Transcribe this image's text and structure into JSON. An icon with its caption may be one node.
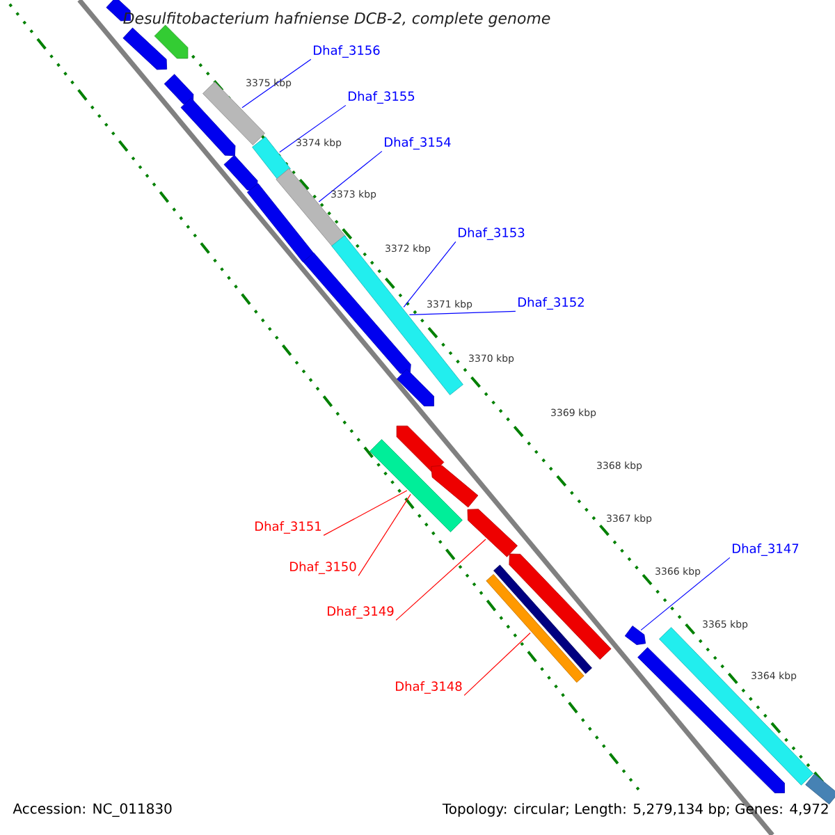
{
  "diagram": {
    "title": "Desulfitobacterium hafniense DCB-2, complete genome",
    "nodes": [
      {
        "text": [
          "Dhaf_3156"
        ]
      },
      {
        "text": [
          "Dhaf_3155"
        ]
      },
      {
        "text": [
          "Dhaf_3154"
        ]
      },
      {
        "text": [
          "Dhaf_3153"
        ]
      },
      {
        "text": [
          "Dhaf_3152"
        ]
      },
      {
        "text": [
          "Dhaf_3151"
        ]
      },
      {
        "text": [
          "Dhaf_3147"
        ]
      },
      {
        "text": [
          "Dhaf_3150"
        ]
      },
      {
        "text": [
          "Dhaf_3149"
        ]
      },
      {
        "text": [
          "Dhaf_3148"
        ]
      },
      {
        "text": [],
        "shape": "bar"
      },
      {
        "text": [],
        "shape": "bar"
      },
      {
        "text": [],
        "shape": "bar"
      },
      {
        "text": [],
        "shape": "bar"
      },
      {
        "text": [],
        "shape": "bar"
      },
      {
        "text": [],
        "shape": "bar"
      },
      {
        "text": [],
        "shape": "bar"
      },
      {
        "text": [],
        "shape": "bar"
      },
      {
        "text": [],
        "shape": "bar"
      },
      {
        "text": [],
        "shape": "bar"
      },
      {
        "text": [],
        "shape": "bar"
      },
      {
        "text": [],
        "shape": "bar"
      },
      {
        "text": [],
        "shape": "bar"
      },
      {
        "text": [],
        "shape": "bar"
      },
      {
        "text": [],
        "shape": "bar"
      },
      {
        "text": [],
        "shape": "bar"
      },
      {
        "text": [],
        "shape": "bar"
      },
      {
        "text": [],
        "shape": "bar"
      },
      {
        "text": [],
        "shape": "bar"
      },
      {
        "text": [],
        "shape": "bar"
      },
      {
        "text": [],
        "shape": "bar"
      },
      {
        "text": [],
        "shape": "bar"
      },
      {
        "text": [],
        "shape": "bar"
      },
      {
        "text": [],
        "shape": "bar"
      }
    ],
    "edges": [
      {
        "from": 0,
        "to": 14,
        "arrow": "none"
      },
      {
        "from": 1,
        "to": 16,
        "arrow": "none"
      },
      {
        "from": 2,
        "to": 18,
        "arrow": "none"
      },
      {
        "from": 3,
        "to": 20,
        "arrow": "none"
      },
      {
        "from": 4,
        "to": 20,
        "arrow": "none"
      },
      {
        "from": 5,
        "to": 24,
        "arrow": "none",
        "color": "#ff0000"
      },
      {
        "from": 6,
        "to": 30,
        "arrow": "none"
      },
      {
        "from": 7,
        "to": 24,
        "arrow": "none",
        "color": "#ff0000"
      },
      {
        "from": 8,
        "to": 26,
        "arrow": "none",
        "color": "#ff0000"
      },
      {
        "from": 9,
        "to": 29,
        "arrow": "none",
        "color": "#ff0000"
      }
    ],
    "labels": [
      "3375 kbp",
      "3374 kbp",
      "3373 kbp",
      "3372 kbp",
      "3371 kbp",
      "3370 kbp",
      "3369 kbp",
      "3368 kbp",
      "3367 kbp",
      "3366 kbp",
      "3365 kbp",
      "3364 kbp",
      "Accession: NC_011830",
      "Topology: circular; Length: 5,279,134 bp; Genes: 4,972"
    ]
  }
}
